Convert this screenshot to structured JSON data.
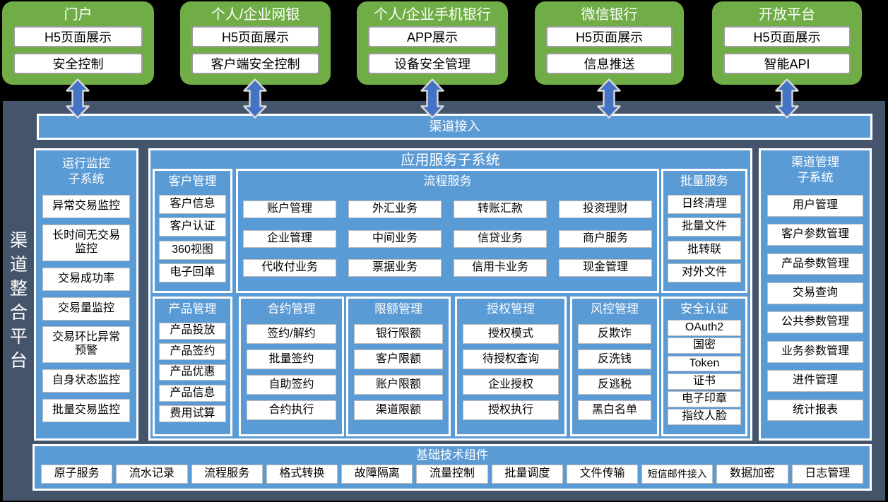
{
  "channels": [
    {
      "title": "门户",
      "items": [
        "H5页面展示",
        "安全控制"
      ]
    },
    {
      "title": "个人/企业网银",
      "items": [
        "H5页面展示",
        "客户端安全控制"
      ]
    },
    {
      "title": "个人/企业手机银行",
      "items": [
        "APP展示",
        "设备安全管理"
      ]
    },
    {
      "title": "微信银行",
      "items": [
        "H5页面展示",
        "信息推送"
      ]
    },
    {
      "title": "开放平台",
      "items": [
        "H5页面展示",
        "智能API"
      ]
    }
  ],
  "platform": {
    "label": "渠道整合平台",
    "access_bar": {
      "title": "渠道接入"
    },
    "monitor": {
      "title": "运行监控\n子系统",
      "items": [
        "异常交易监控",
        "长时间无交易\n监控",
        "交易成功率",
        "交易量监控",
        "交易环比异常\n预警",
        "自身状态监控",
        "批量交易监控"
      ]
    },
    "app_services": {
      "title": "应用服务子系统",
      "customer": {
        "title": "客户管理",
        "items": [
          "客户信息",
          "客户认证",
          "360视图",
          "电子回单"
        ]
      },
      "process": {
        "title": "流程服务",
        "items": [
          "账户管理",
          "外汇业务",
          "转账汇款",
          "投资理财",
          "企业管理",
          "中间业务",
          "信贷业务",
          "商户服务",
          "代收付业务",
          "票据业务",
          "信用卡业务",
          "现金管理"
        ]
      },
      "batch": {
        "title": "批量服务",
        "items": [
          "日终清理",
          "批量文件",
          "批转联",
          "对外文件"
        ]
      },
      "product": {
        "title": "产品管理",
        "items": [
          "产品投放",
          "产品签约",
          "产品优惠",
          "产品信息",
          "费用试算"
        ]
      },
      "contract": {
        "title": "合约管理",
        "items": [
          "签约/解约",
          "批量签约",
          "自助签约",
          "合约执行"
        ]
      },
      "authorization": {
        "title": "授权管理",
        "items": [
          "授权模式",
          "待授权查询",
          "企业授权",
          "授权执行"
        ]
      },
      "limit": {
        "title": "限额管理",
        "items": [
          "银行限额",
          "客户限额",
          "账户限额",
          "渠道限额"
        ]
      },
      "risk": {
        "title": "风控管理",
        "items": [
          "反欺诈",
          "反洗钱",
          "反逃税",
          "黑白名单"
        ]
      },
      "security": {
        "title": "安全认证",
        "items": [
          "OAuth2",
          "国密",
          "Token",
          "证书",
          "电子印章",
          "指纹人脸"
        ]
      }
    },
    "channel_mgmt": {
      "title": "渠道管理\n子系统",
      "items": [
        "用户管理",
        "客户参数管理",
        "产品参数管理",
        "交易查询",
        "公共参数管理",
        "业务参数管理",
        "进件管理",
        "统计报表"
      ]
    },
    "base_components": {
      "title": "基础技术组件",
      "items": [
        "原子服务",
        "流水记录",
        "流程服务",
        "格式转换",
        "故障隔离",
        "流量控制",
        "批量调度",
        "文件传输",
        "短信邮件接入",
        "数据加密",
        "日志管理"
      ]
    }
  },
  "colors": {
    "background": "#000000",
    "channel_green": "#70AD47",
    "panel_blue": "#5B9BD5",
    "platform_dark": "#44546A",
    "arrow_blue": "#4472C4",
    "arrow_outline": "#D9D9D9",
    "box_white": "#FFFFFF",
    "text_dark": "#000000",
    "text_light": "#FFFFFF"
  }
}
